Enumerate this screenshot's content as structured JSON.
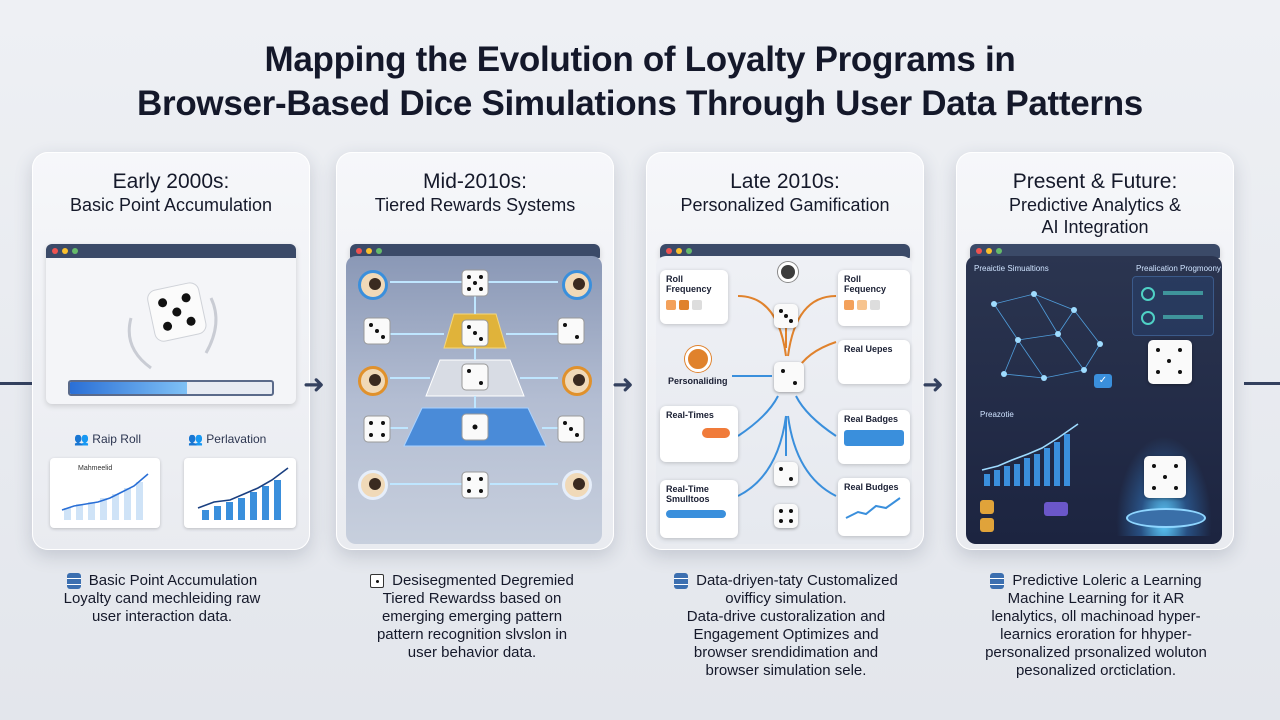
{
  "title": {
    "line1": "Mapping the Evolution of Loyalty Programs in",
    "line2": "Browser-Based Dice Simulations Through User Data Patterns"
  },
  "cards": [
    {
      "era": "Early 2000s:",
      "subtitle": "Basic Point Accumulation",
      "labels": [
        "Raip Roll",
        "Perlavation",
        "Mahmeelid"
      ],
      "desc_head": "Basic Point Accumulation",
      "desc_body": [
        "Loyalty cand mechleiding raw",
        "user interaction data."
      ],
      "progress": 0.58
    },
    {
      "era": "Mid-2010s:",
      "subtitle": "Tiered Rewards Systems",
      "desc_head": "Desisegmented Degremied",
      "desc_body": [
        "Tiered Rewardss based on",
        "emerging emerging pattern",
        "pattern recognition slvslon in",
        "user behavior data."
      ]
    },
    {
      "era": "Late 2010s:",
      "subtitle": "Personalized Gamification",
      "labels": [
        "Roll Frequency",
        "Roll Fequency",
        "Real Uepes",
        "Personaliding",
        "Real-Times",
        "Real Badges",
        "Real-Time Smulltoos",
        "Real Budges"
      ],
      "desc_head": "Data-driyen-taty Customalized",
      "desc_sub": "ovifficy simulation.",
      "desc_body": [
        "Data-drive custoralization and",
        "Engagement Optimizes and",
        "browser srendidimation and",
        "browser simulation sele."
      ]
    },
    {
      "era": "Present & Future:",
      "subtitle": "Predictive Analytics &",
      "subtitle2": "AI Integration",
      "labels": [
        "Preaictie Simualtions",
        "Prealication Progmoony",
        "Preazotie"
      ],
      "desc_head": "Predictive Loleric a Learning",
      "desc_sub": "Machine Learning for it AR",
      "desc_body": [
        "lenalytics, oll machinoad hyper-",
        "learnics eroration for hhyper-",
        "personalized prsonalized woluton",
        "pesonalized orcticlation."
      ]
    }
  ],
  "colors": {
    "accent": "#3a8fdc",
    "gold": "#d8a52a",
    "orange": "#e0822c",
    "dark_panel": "#1c2440"
  }
}
